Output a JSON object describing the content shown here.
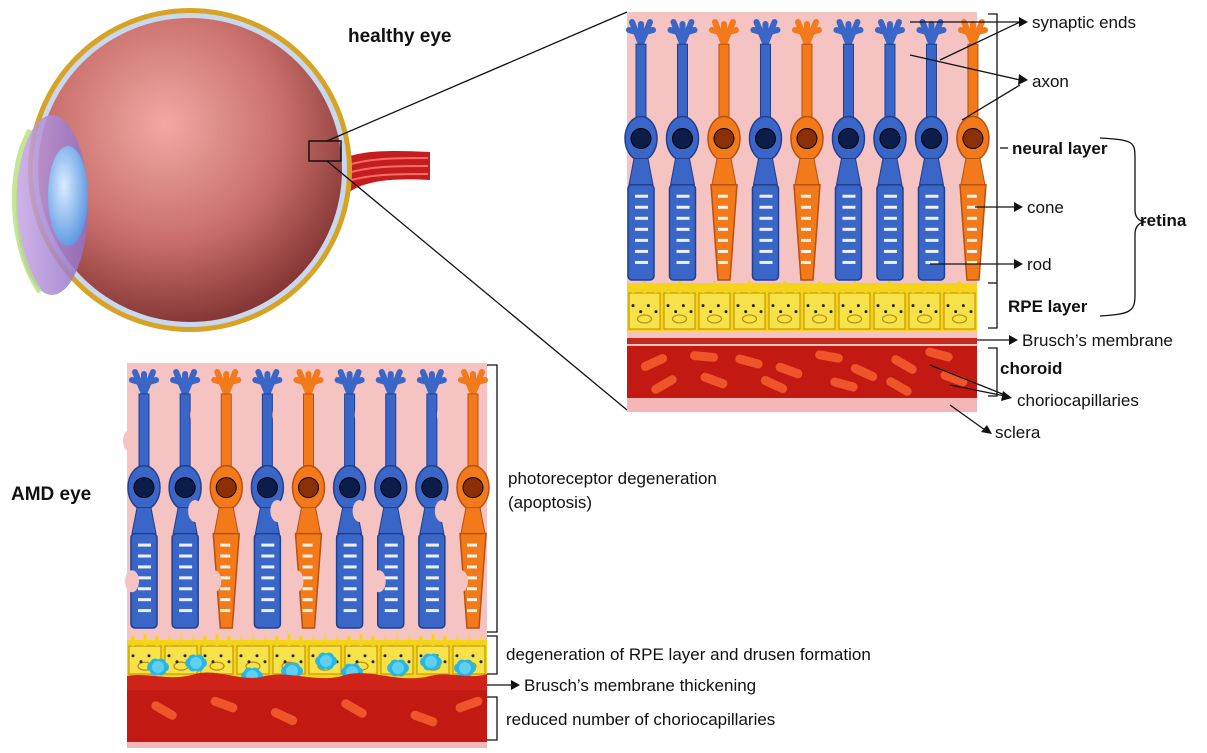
{
  "titles": {
    "healthy": "healthy eye",
    "amd": "AMD eye"
  },
  "healthy_labels": {
    "synaptic_ends": "synaptic ends",
    "axon": "axon",
    "neural_layer": "neural layer",
    "cone": "cone",
    "retina": "retina",
    "rod": "rod",
    "rpe_layer": "RPE layer",
    "bruschs_membrane": "Brusch’s  membrane",
    "choroid": "choroid",
    "choriocapillaries": "choriocapillaries",
    "sclera": "sclera"
  },
  "amd_labels": {
    "photoreceptor_line1": "photoreceptor degeneration",
    "photoreceptor_line2": "(apoptosis)",
    "rpe_degeneration": "degeneration of RPE layer and drusen formation",
    "membrane_thickening": "Brusch’s membrane thickening",
    "reduced_capillaries": "reduced number of choriocapillaries"
  },
  "colors": {
    "background_pink": "#f6c3c3",
    "rod_blue": "#3a66c8",
    "cone_orange": "#f27a1a",
    "nucleus_dark": "#0d1d4a",
    "rpe_yellow": "#f4d31b",
    "bruch_red": "#c5281c",
    "choroid_red": "#c21a12",
    "capillary_orange": "#f0542a",
    "drusen_cyan": "#27b7e6",
    "eyeball": "#c96f6b"
  },
  "cells_healthy": [
    "rod",
    "rod",
    "cone",
    "rod",
    "cone",
    "rod",
    "rod",
    "rod",
    "cone"
  ],
  "cells_amd": [
    "rod",
    "rod",
    "cone",
    "rod",
    "cone",
    "rod",
    "rod",
    "rod",
    "cone"
  ]
}
